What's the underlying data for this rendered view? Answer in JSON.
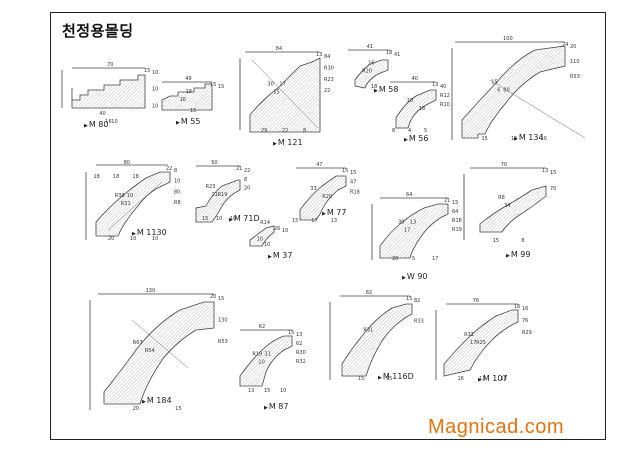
{
  "document": {
    "title": "천정용몰딩",
    "brand": "Magnicad.com",
    "accent_color": "#e8720c"
  },
  "profiles": [
    {
      "code": "M 80",
      "dims": [
        "70",
        "15",
        "10",
        "10",
        "10",
        "10",
        "40",
        "16",
        "18",
        "18",
        "18"
      ]
    },
    {
      "code": "M 55",
      "dims": [
        "49",
        "15",
        "15",
        "16",
        "18",
        "15"
      ]
    },
    {
      "code": "M 121",
      "dims": [
        "84",
        "13",
        "84",
        "R30",
        "R23",
        "22",
        "30",
        "15",
        "17",
        "29",
        "22",
        "8"
      ]
    },
    {
      "code": "M 58",
      "dims": [
        "41",
        "18",
        "41",
        "R20",
        "16",
        "18"
      ]
    },
    {
      "code": "M 56",
      "dims": [
        "40",
        "13",
        "40",
        "R12",
        "R10",
        "18",
        "10",
        "8",
        "4",
        "5"
      ]
    },
    {
      "code": "M 134",
      "dims": [
        "100",
        "24",
        "20",
        "110",
        "R53",
        "80",
        "15",
        "6",
        "15",
        "15",
        "10"
      ]
    },
    {
      "code": "M 1130",
      "dims": [
        "80",
        "22",
        "8",
        "10",
        "80",
        "R8",
        "R38",
        "R31",
        "10",
        "20",
        "10",
        "10"
      ]
    },
    {
      "code": "M 71D",
      "dims": [
        "50",
        "21",
        "22",
        "8",
        "20",
        "R19",
        "R23",
        "21",
        "15",
        "10",
        "10"
      ]
    },
    {
      "code": "M 37",
      "dims": [
        "R14",
        "26",
        "10",
        "10",
        "10"
      ]
    },
    {
      "code": "M 77",
      "dims": [
        "47",
        "15",
        "15",
        "47",
        "R18",
        "R20",
        "33",
        "15",
        "17",
        "13"
      ]
    },
    {
      "code": "W 90",
      "dims": [
        "64",
        "21",
        "15",
        "64",
        "R18",
        "R19",
        "30",
        "17",
        "13",
        "20",
        "5",
        "17"
      ]
    },
    {
      "code": "M 99",
      "dims": [
        "70",
        "13",
        "15",
        "70",
        "R8",
        "34",
        "15",
        "8"
      ]
    },
    {
      "code": "M 184",
      "dims": [
        "130",
        "20",
        "15",
        "130",
        "R53",
        "R54",
        "R67",
        "20",
        "15"
      ]
    },
    {
      "code": "M 87",
      "dims": [
        "62",
        "15",
        "13",
        "62",
        "R30",
        "R32",
        "R19",
        "10",
        "31",
        "13",
        "15",
        "10"
      ]
    },
    {
      "code": "M 116D",
      "dims": [
        "82",
        "15",
        "82",
        "R33",
        "R31",
        "15",
        "15"
      ]
    },
    {
      "code": "M 107",
      "dims": [
        "76",
        "16",
        "16",
        "76",
        "R29",
        "R25",
        "R31",
        "17",
        "16",
        "13",
        "15"
      ]
    }
  ]
}
